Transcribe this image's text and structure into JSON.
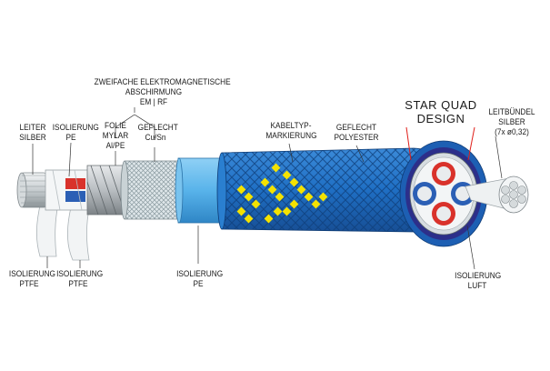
{
  "labels": {
    "shield_title": [
      "ZWEIFACHE ELEKTROMAGNETISCHE",
      "ABSCHIRMUNG",
      "EM  |  RF"
    ],
    "conductor": [
      "LEITER",
      "SILBER"
    ],
    "insulation_pe_top": [
      "ISOLIERUNG",
      "PE"
    ],
    "foil": [
      "FOLIE",
      "MYLAR",
      "Al/PE"
    ],
    "braid_cu": [
      "GEFLECHT",
      "Cu/Sn"
    ],
    "type_marking": [
      "KABELTYP-",
      "MARKIERUNG"
    ],
    "braid_polyester": [
      "GEFLECHT",
      "POLYESTER"
    ],
    "star_quad": [
      "STAR QUAD",
      "DESIGN"
    ],
    "conductor_bundle": [
      "LEITBÜNDEL",
      "SILBER",
      "(7x ø0,32)"
    ],
    "insulation_ptfe_1": [
      "ISOLIERUNG",
      "PTFE"
    ],
    "insulation_ptfe_2": [
      "ISOLIERUNG",
      "PTFE"
    ],
    "insulation_pe_bottom": [
      "ISOLIERUNG",
      "PE"
    ],
    "insulation_air": [
      "ISOLIERUNG",
      "LUFT"
    ]
  },
  "colors": {
    "outer_jacket": "#1f6fc4",
    "braid_lines": "#0f3f7a",
    "marking_squares": "#f4e200",
    "pe_layer": "#58b3ea",
    "insulation_red": "#d9322b",
    "insulation_blue": "#2b5fb5",
    "inner_sheath": "#2c2f8a",
    "leader_line": "#e0201b"
  }
}
